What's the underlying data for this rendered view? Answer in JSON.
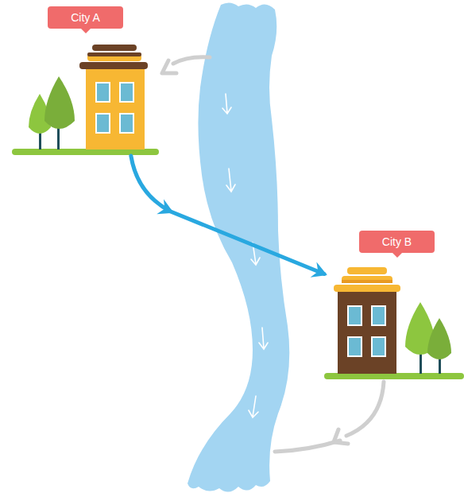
{
  "diagram": {
    "nodes": [
      {
        "text": [
          "City A"
        ]
      },
      {
        "text": [
          "City B"
        ]
      }
    ],
    "edges": [
      {
        "from": 0,
        "to": 1,
        "arrow": "to"
      }
    ]
  }
}
